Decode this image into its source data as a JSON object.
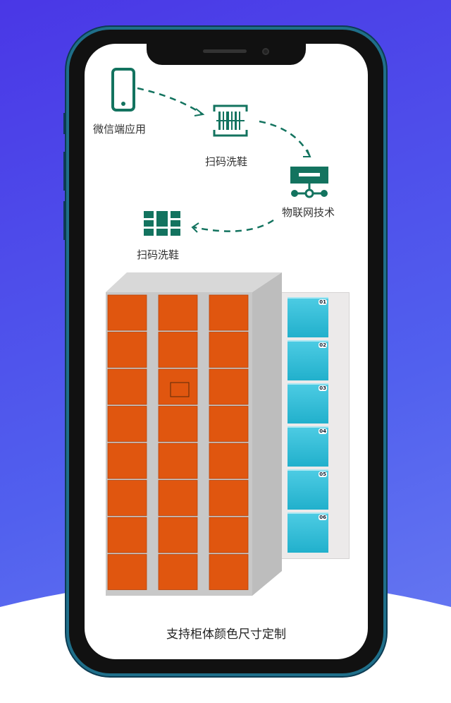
{
  "flow": {
    "step1": "微信端应用",
    "step2": "扫码洗鞋",
    "step3": "物联网技术",
    "step4": "扫码洗鞋"
  },
  "blue_locker": {
    "door_numbers": [
      "01",
      "02",
      "03",
      "04",
      "05",
      "06"
    ]
  },
  "caption": "支持柜体颜色尺寸定制",
  "colors": {
    "accent": "#13735f",
    "orange": "#e0560f",
    "cyan": "#2bb9d4",
    "background": "#4d45e8"
  }
}
